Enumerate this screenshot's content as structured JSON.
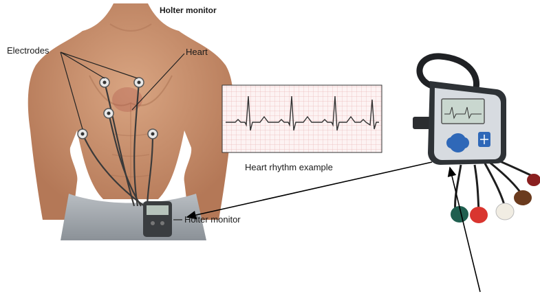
{
  "diagram": {
    "title": "Holter monitor",
    "labels": {
      "electrodes": "Electrodes",
      "heart": "Heart",
      "holter_monitor": "Holter monitor",
      "rhythm_caption": "Heart rhythm example"
    }
  },
  "colors": {
    "skin": "#c9926e",
    "skin_shadow": "#a86f50",
    "pants": "#9aa0a6",
    "lead_wire": "#3a3a3a",
    "ecg_grid": "#e9b9b9",
    "ecg_trace": "#333333",
    "device_body": "#2e3236",
    "device_face": "#d7dbe0",
    "device_screen": "#c9d7cf",
    "button_blue": "#2f68b8",
    "arrow": "#000000",
    "lead_colors": [
      "#1f5f4f",
      "#d9352f",
      "#f1ede3",
      "#6b3b1e",
      "#3c3c3c",
      "#8a1f1f"
    ]
  },
  "icons": [
    "electrode-pad-icon",
    "holter-device-icon",
    "ecg-waveform-icon"
  ]
}
